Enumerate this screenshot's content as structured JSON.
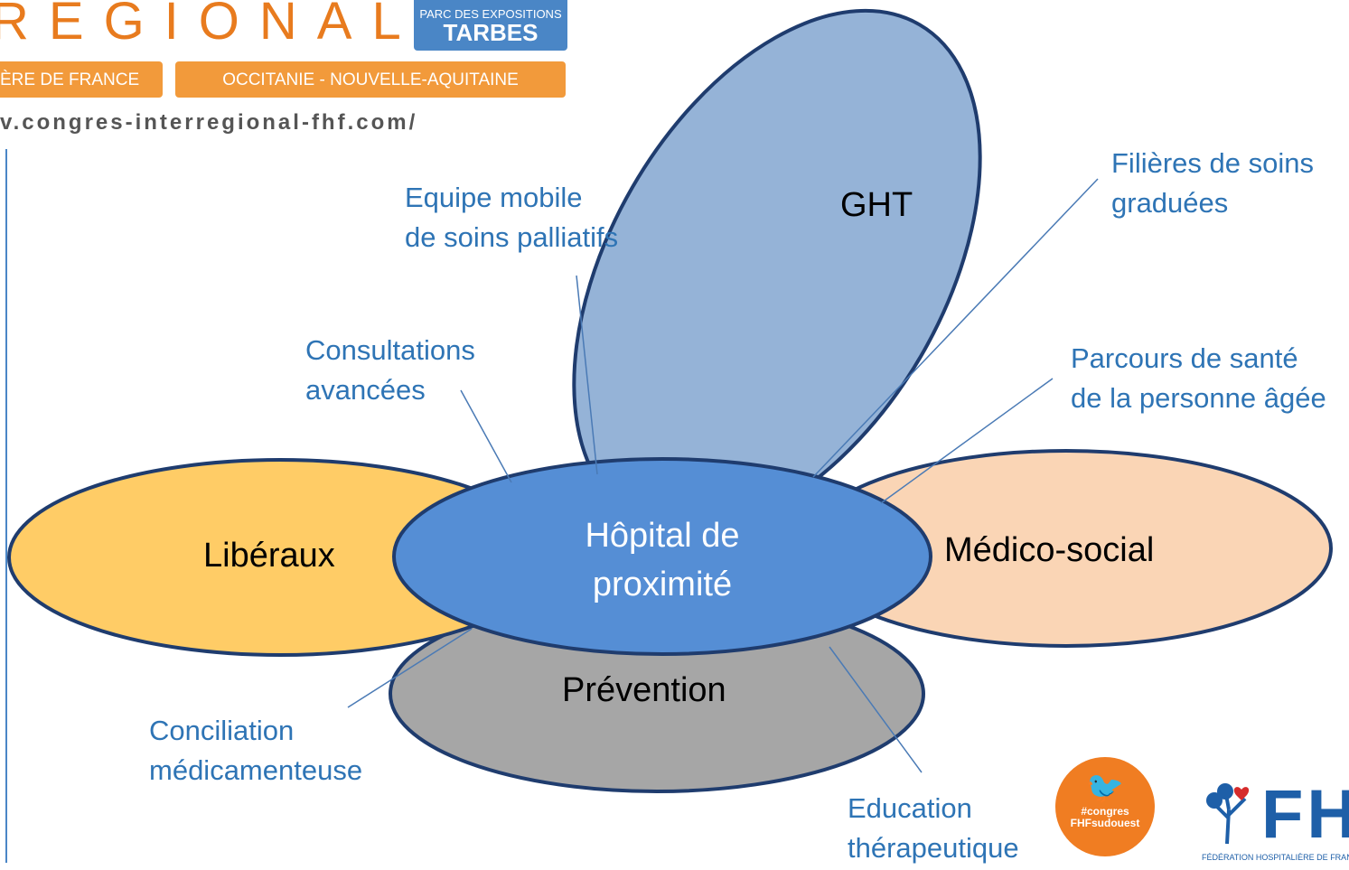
{
  "header": {
    "title_fragment": "RÉGIONAL",
    "venue_small": "PARC DES EXPOSITIONS",
    "venue_big": "TARBES",
    "region_left": "ÈRE DE FRANCE",
    "region_right": "OCCITANIE - NOUVELLE-AQUITAINE",
    "url": "v.congres-interregional-fhf.com/"
  },
  "petals": {
    "ght": "GHT",
    "liberaux": "Libéraux",
    "medico_social": "Médico-social",
    "prevention": "Prévention",
    "center_line1": "Hôpital de",
    "center_line2": "proximité"
  },
  "labels": {
    "equipe_l1": "Equipe mobile",
    "equipe_l2": "de soins palliatifs",
    "consult_l1": "Consultations",
    "consult_l2": "avancées",
    "filieres_l1": "Filières de soins",
    "filieres_l2": "graduées",
    "parcours_l1": "Parcours de santé",
    "parcours_l2": "de la personne âgée",
    "concil_l1": "Conciliation",
    "concil_l2": "médicamenteuse",
    "educ_l1": "Education",
    "educ_l2": "thérapeutique"
  },
  "footer": {
    "twitter_tag_l1": "#congres",
    "twitter_tag_l2": "FHFsudouest",
    "fhf_letters": "FHF",
    "fhf_subtitle": "FÉDÉRATION HOSPITALIÈRE DE FRANCE"
  },
  "colors": {
    "ght_fill": "#95b3d7",
    "liberaux_fill": "#ffcc66",
    "medico_fill": "#fad5b5",
    "prevention_fill": "#a6a6a6",
    "center_fill": "#558ed5",
    "outline": "#1f3c6e",
    "label_text": "#2e74b5",
    "accent_orange": "#f29a3b"
  }
}
